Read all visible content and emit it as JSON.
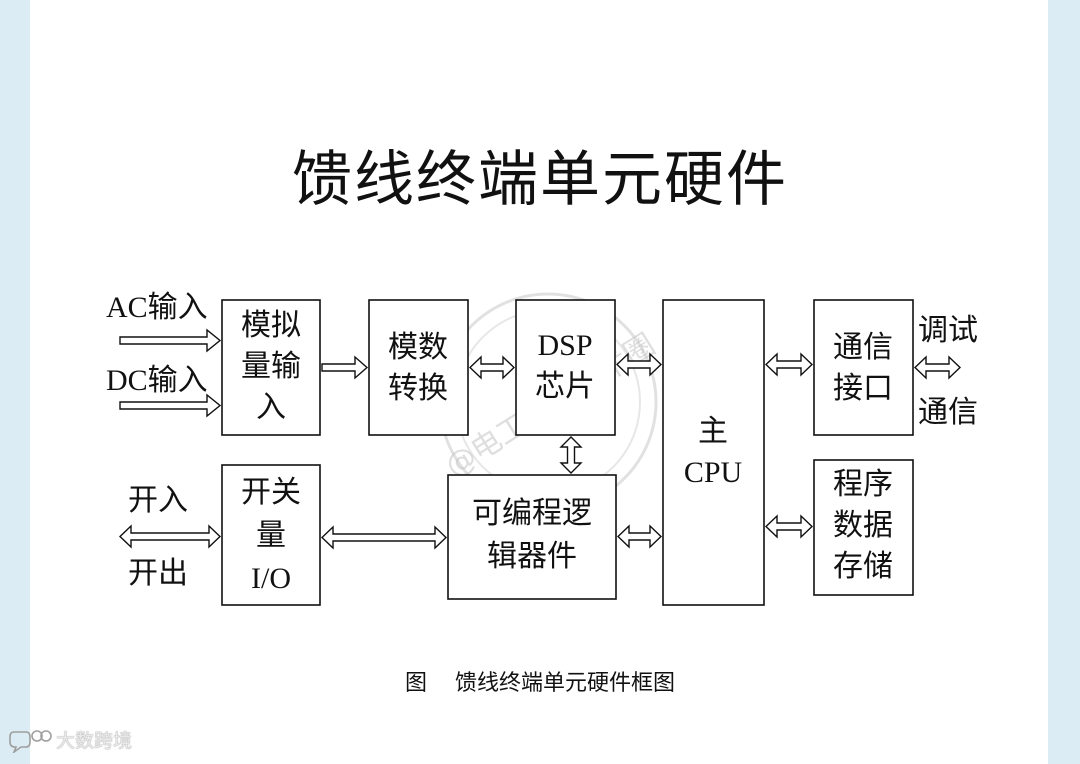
{
  "title": "馈线终端单元硬件",
  "caption": {
    "prefix": "图",
    "text": "馈线终端单元硬件框图"
  },
  "blocks": {
    "analog_input": [
      "模拟",
      "量输",
      "入"
    ],
    "ad_convert": [
      "模数",
      "转换"
    ],
    "dsp_chip": [
      "DSP",
      "芯片"
    ],
    "main_cpu": [
      "主",
      "CPU"
    ],
    "comm_interface": [
      "通信",
      "接口"
    ],
    "switch_io": [
      "开关",
      "量",
      "I/O"
    ],
    "programmable_logic": [
      "可编程逻",
      "辑器件"
    ],
    "program_data_storage": [
      "程序",
      "数据",
      "存储"
    ]
  },
  "labels": {
    "ac_input": "AC输入",
    "dc_input": "DC输入",
    "switch_in": "开入",
    "switch_out": "开出",
    "debug": "调试",
    "communication": "通信"
  },
  "watermark": {
    "stamp_text": "@电工电气技术圈",
    "logo_text": "大数跨境",
    "logo_icon": "chat-bubble-icon"
  },
  "colors": {
    "line": "#111111",
    "side_band": "#dcecf4",
    "background": "#ffffff"
  }
}
